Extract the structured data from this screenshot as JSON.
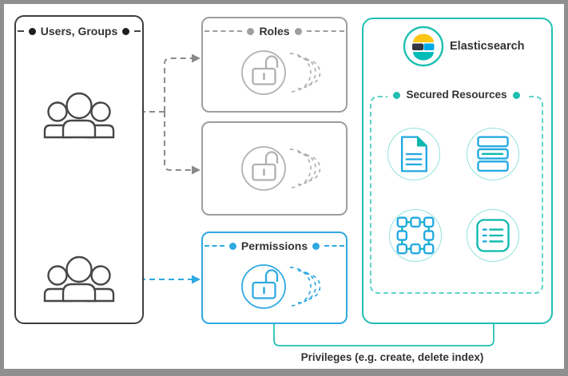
{
  "diagram": {
    "users_box": {
      "label": "Users, Groups"
    },
    "roles_box": {
      "label": "Roles"
    },
    "permissions_box": {
      "label": "Permissions"
    },
    "elasticsearch_box": {
      "title": "Elasticsearch"
    },
    "secured_resources_box": {
      "label": "Secured Resources"
    },
    "privileges_caption": "Privileges (e.g. create, delete index)",
    "icons": {
      "users_group": "three-person-group-icon",
      "roles": "open-padlock-icon",
      "permissions": "open-padlock-icon",
      "elasticsearch_logo": "elastic-logo-icon",
      "resources": [
        "document-icon",
        "stacked-index-rows-icon",
        "cluster-nodes-icon",
        "index-list-icon"
      ]
    },
    "colors": {
      "outline_dark": "#3e3e3e",
      "outline_gray": "#9e9e9e",
      "accent_blue": "#2fa9e1",
      "accent_teal": "#1fbfb2",
      "teal_light": "#93e2da",
      "icon_blue": "#1fa8e0",
      "icon_teal": "#0cb9ae",
      "logo_yellow": "#fec514",
      "logo_dark": "#343741",
      "logo_blue": "#00a9e5",
      "frame_gray": "#8f8f8f",
      "text_dark": "#333333"
    }
  }
}
